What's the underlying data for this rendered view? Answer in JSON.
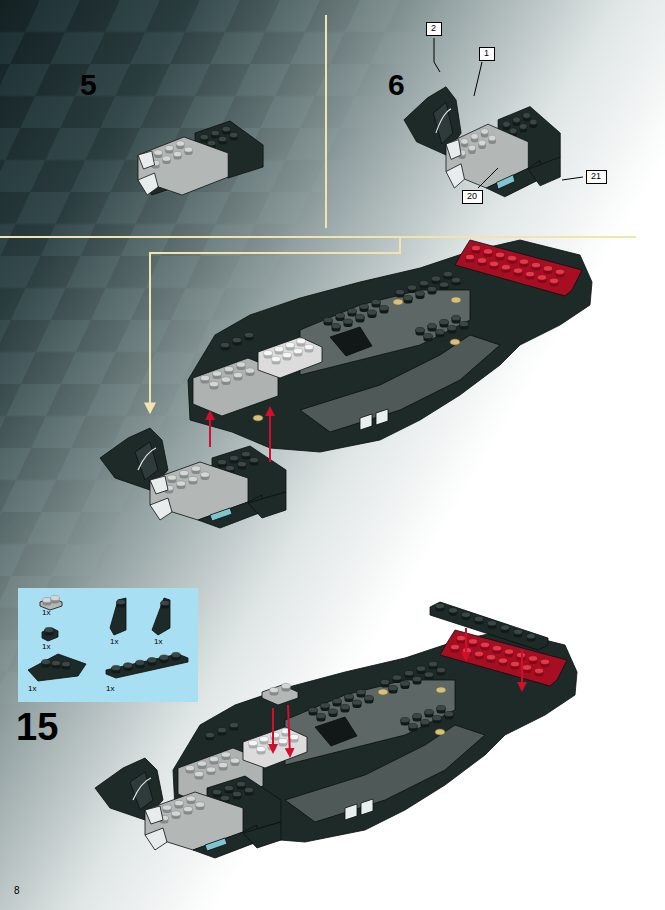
{
  "diagram": {
    "nodes": [
      {
        "text": [
          "2"
        ]
      },
      {
        "text": [
          "1"
        ]
      },
      {
        "text": [
          "20"
        ]
      },
      {
        "text": [
          "21"
        ]
      },
      {
        "text": [
          "1x",
          "1x",
          "1x",
          "1x",
          "1x",
          "1x"
        ]
      }
    ],
    "labels": [
      "5",
      "6",
      "15",
      "8"
    ]
  }
}
